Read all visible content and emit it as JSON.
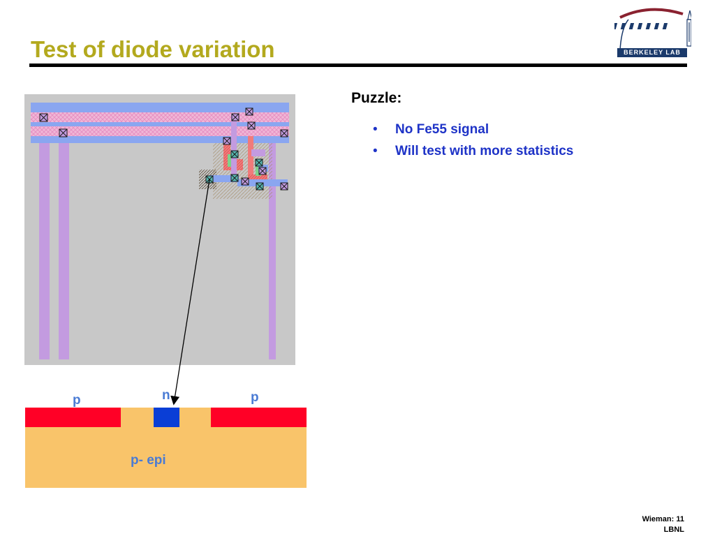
{
  "slide": {
    "title": "Test of diode variation",
    "logo_text": "BERKELEY LAB"
  },
  "content": {
    "heading": "Puzzle:",
    "bullets": [
      {
        "marker": "•",
        "text": "No Fe55 signal"
      },
      {
        "marker": "•",
        "text": "Will test with more statistics"
      }
    ]
  },
  "diagram": {
    "labels": {
      "p_left": "p",
      "n": "n",
      "p_right": "p",
      "epi": "p- epi"
    }
  },
  "footer": {
    "line1": "Wieman: 11",
    "line2": "LBNL"
  },
  "colors": {
    "title": "#b3a91e",
    "bullet_text": "#1e33c7",
    "layout_bg": "#c8c8c8",
    "metal_blue": "#8aa6f0",
    "poly_purple": "#c39be0",
    "p_implant": "#ff0026",
    "n_implant": "#0a3ed6",
    "epi": "#f9c46a",
    "label_blue": "#4a7bd4"
  }
}
